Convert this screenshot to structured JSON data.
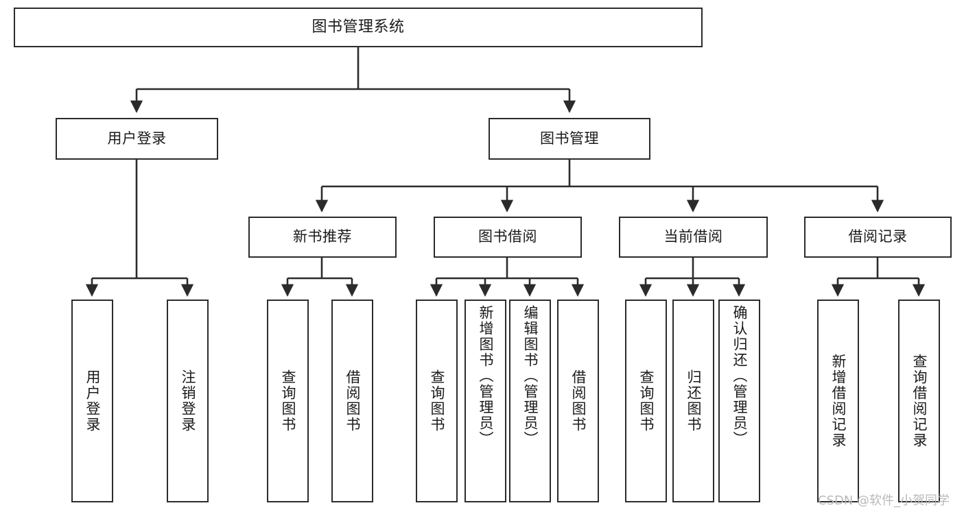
{
  "diagram": {
    "title": "图书管理系统",
    "type": "hierarchy-tree",
    "root": {
      "label": "图书管理系统"
    },
    "level2": [
      {
        "label": "用户登录"
      },
      {
        "label": "图书管理"
      }
    ],
    "level3": [
      {
        "label": "新书推荐"
      },
      {
        "label": "图书借阅"
      },
      {
        "label": "当前借阅"
      },
      {
        "label": "借阅记录"
      }
    ],
    "leaves": {
      "user_login": [
        {
          "label": "用户登录"
        },
        {
          "label": "注销登录"
        }
      ],
      "new_book_recommend": [
        {
          "label": "查询图书"
        },
        {
          "label": "借阅图书"
        }
      ],
      "book_borrow": [
        {
          "label": "查询图书"
        },
        {
          "label": "新增图书（管理员）"
        },
        {
          "label": "编辑图书（管理员）"
        },
        {
          "label": "借阅图书"
        }
      ],
      "current_borrow": [
        {
          "label": "查询图书"
        },
        {
          "label": "归还图书"
        },
        {
          "label": "确认归还（管理员）"
        }
      ],
      "borrow_records": [
        {
          "label": "新增借阅记录"
        },
        {
          "label": "查询借阅记录"
        }
      ]
    }
  },
  "watermark": {
    "text": "CSDN @软件_小贺同学"
  },
  "colors": {
    "border": "#2b2b2b",
    "background": "#ffffff",
    "text": "#1a1a1a",
    "watermark": "#b9b9b9"
  }
}
